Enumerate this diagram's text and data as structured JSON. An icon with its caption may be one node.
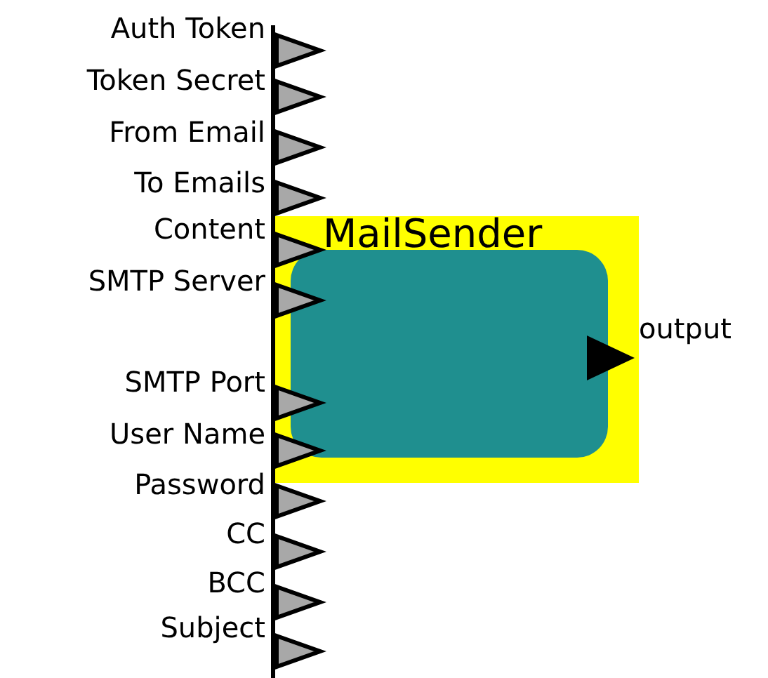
{
  "diagram": {
    "nodes": [
      {
        "text": [
          "MailSender"
        ]
      }
    ],
    "labels": [
      "Auth Token",
      "Token Secret",
      "From Email",
      "To Emails",
      "Content",
      "SMTP Server",
      "SMTP Port",
      "User Name",
      "Password",
      "CC",
      "BCC",
      "Subject",
      "output"
    ]
  }
}
